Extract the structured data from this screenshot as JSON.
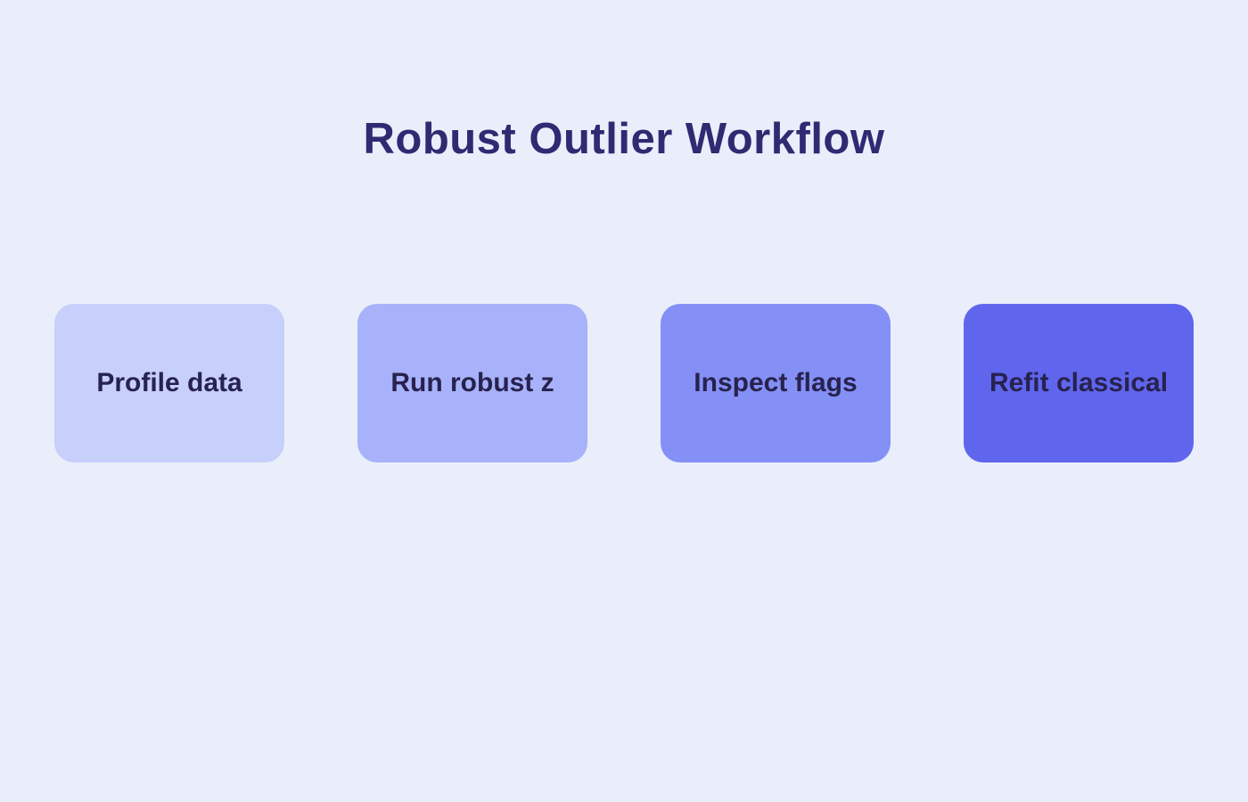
{
  "page": {
    "background": "#eaeefb"
  },
  "title": {
    "text": "Robust Outlier Workflow",
    "color": "#2f2a72"
  },
  "label_color": "#27224e",
  "steps": [
    {
      "label": "Profile data",
      "color": "#c7cffb"
    },
    {
      "label": "Run robust z",
      "color": "#a7b2fa"
    },
    {
      "label": "Inspect flags",
      "color": "#8590f6"
    },
    {
      "label": "Refit classical",
      "color": "#6065ee"
    }
  ]
}
